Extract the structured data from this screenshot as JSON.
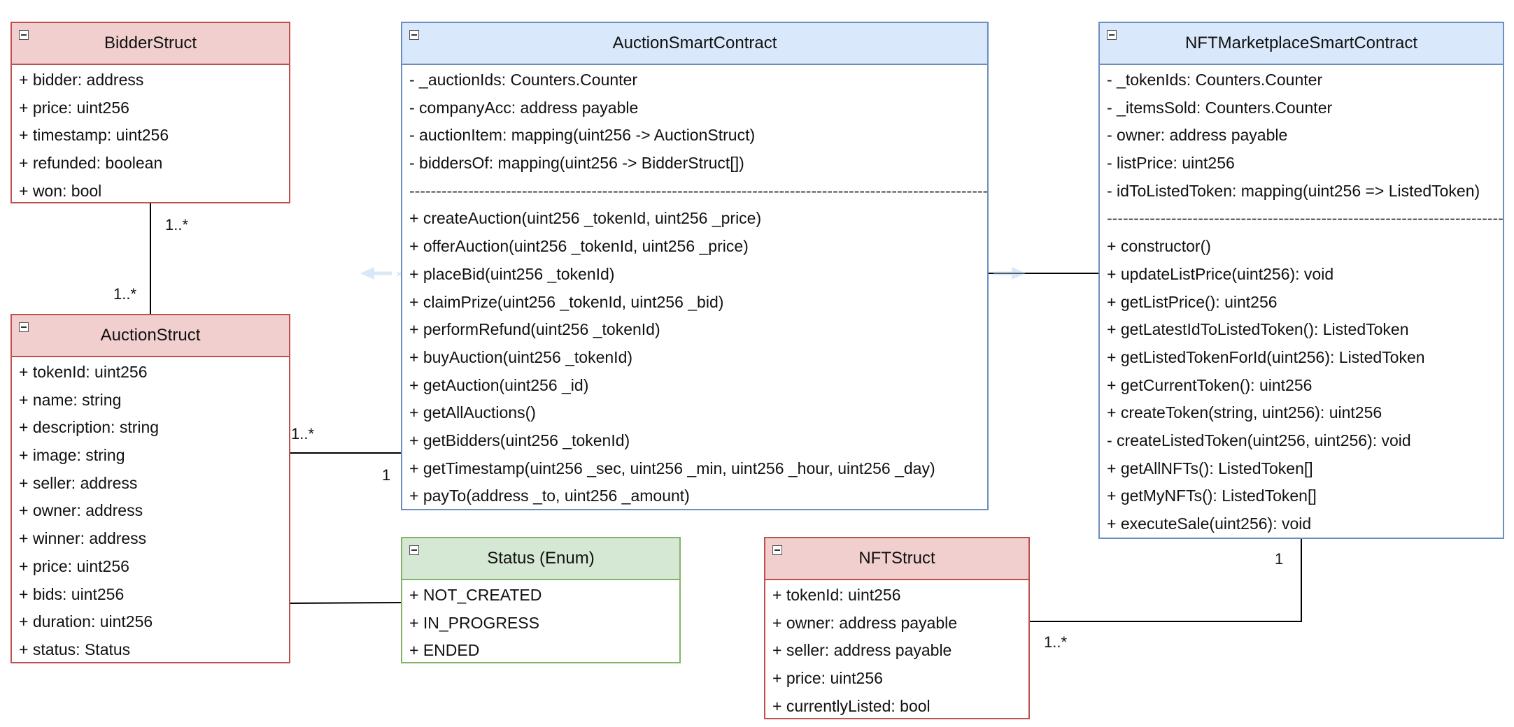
{
  "classes": {
    "bidder": {
      "title": "BidderStruct",
      "members": [
        "+ bidder: address",
        "+ price: uint256",
        "+ timestamp: uint256",
        "+ refunded: boolean",
        "+ won: bool"
      ]
    },
    "auction_contract": {
      "title": "AuctionSmartContract",
      "members": [
        "- _auctionIds: Counters.Counter",
        "- companyAcc: address payable",
        "- auctionItem: mapping(uint256 -> AuctionStruct)",
        "- biddersOf: mapping(uint256 -> BidderStruct[])",
        "------------------------------------------------------------------------------------------------------------",
        "+ createAuction(uint256 _tokenId, uint256 _price)",
        "+ offerAuction(uint256 _tokenId, uint256 _price)",
        "+ placeBid(uint256 _tokenId)",
        "+ claimPrize(uint256 _tokenId, uint256 _bid)",
        "+ performRefund(uint256 _tokenId)",
        "+ buyAuction(uint256 _tokenId)",
        "+ getAuction(uint256 _id)",
        "+ getAllAuctions()",
        "+ getBidders(uint256 _tokenId)",
        "+ getTimestamp(uint256 _sec, uint256 _min, uint256 _hour, uint256 _day)",
        "+ payTo(address _to, uint256 _amount)"
      ]
    },
    "marketplace": {
      "title": "NFTMarketplaceSmartContract",
      "members": [
        "- _tokenIds: Counters.Counter",
        "- _itemsSold: Counters.Counter",
        "- owner: address payable",
        "- listPrice: uint256",
        "- idToListedToken: mapping(uint256 => ListedToken)",
        "-----------------------------------------------------------------------------------------------------",
        "+ constructor()",
        "+ updateListPrice(uint256): void",
        "+ getListPrice(): uint256",
        "+ getLatestIdToListedToken(): ListedToken",
        "+ getListedTokenForId(uint256): ListedToken",
        "+ getCurrentToken(): uint256",
        "+ createToken(string, uint256): uint256",
        "- createListedToken(uint256, uint256): void",
        "+ getAllNFTs(): ListedToken[]",
        "+ getMyNFTs(): ListedToken[]",
        "+ executeSale(uint256): void"
      ]
    },
    "auction_struct": {
      "title": "AuctionStruct",
      "members": [
        "+ tokenId: uint256",
        "+ name: string",
        "+ description: string",
        "+ image: string",
        "+ seller: address",
        "+ owner: address",
        "+ winner: address",
        "+ price: uint256",
        "+ bids: uint256",
        "+ duration: uint256",
        "+ status: Status"
      ]
    },
    "status_enum": {
      "title": "Status (Enum)",
      "members": [
        "+ NOT_CREATED",
        "+ IN_PROGRESS",
        "+ ENDED"
      ]
    },
    "nft_struct": {
      "title": "NFTStruct",
      "members": [
        "+ tokenId: uint256",
        "+ owner: address payable",
        "+ seller: address payable",
        "+ price: uint256",
        "+ currentlyListed: bool"
      ]
    }
  },
  "multiplicities": {
    "bidder_to_auction_top": "1..*",
    "bidder_to_auction_bottom": "1..*",
    "auction_struct_to_contract_left": "1..*",
    "auction_struct_to_contract_right": "1",
    "marketplace_to_nft_top": "1",
    "marketplace_to_nft_bottom": "1..*"
  },
  "colors": {
    "red_fill": "#f2cfcf",
    "red_stroke": "#c0504d",
    "blue_fill": "#dae8fc",
    "blue_stroke": "#6c8ebf",
    "green_fill": "#d5e8d4",
    "green_stroke": "#82b366",
    "connector": "#000000"
  },
  "icons": {
    "collapse": "minus-box-icon"
  }
}
